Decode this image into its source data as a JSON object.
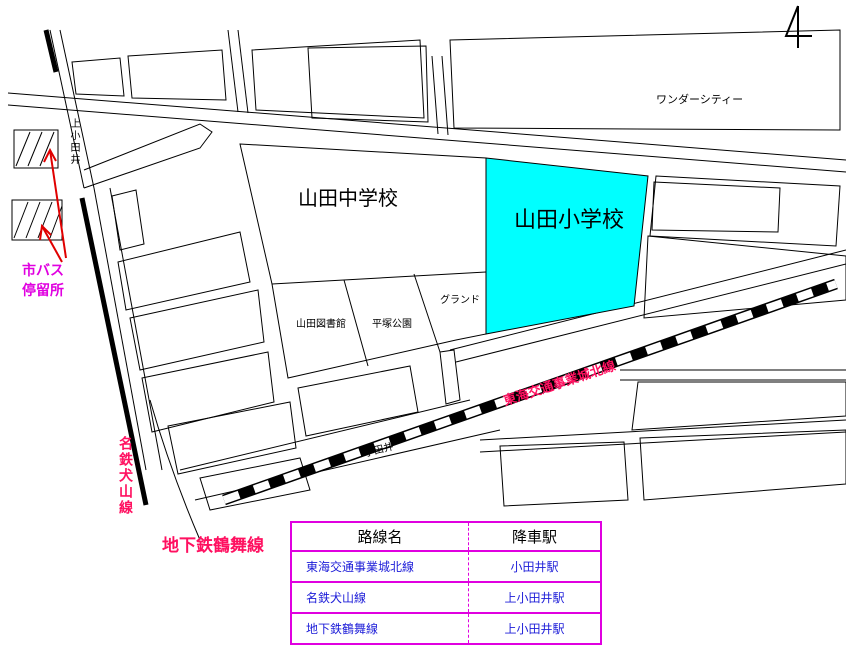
{
  "compass": {
    "label": "4",
    "icon": "north-arrow-icon"
  },
  "places": {
    "wonder_city": "ワンダーシティー",
    "junior_high": "山田中学校",
    "elementary": "山田小学校",
    "library": "山田図書館",
    "park": "平塚公園",
    "ground": "グランド",
    "kamiotai_road": "上小田井",
    "otai_road": "小田井"
  },
  "bus_stop": {
    "line1": "市バス",
    "line2": "停留所"
  },
  "railways": {
    "meitetsu": "名鉄犬山線",
    "subway": "地下鉄鶴舞線",
    "tokai": "東海交通事業城北線"
  },
  "colors": {
    "school_highlight": "#00ffff",
    "bus_label": "#e000e0",
    "rail_label": "#ff1060",
    "table_text": "#1c1cd8",
    "table_border": "#e000e0"
  },
  "table": {
    "headers": [
      "路線名",
      "降車駅"
    ],
    "rows": [
      {
        "line": "東海交通事業城北線",
        "station": "小田井駅"
      },
      {
        "line": "名鉄犬山線",
        "station": "上小田井駅"
      },
      {
        "line": "地下鉄鶴舞線",
        "station": "上小田井駅"
      }
    ]
  }
}
